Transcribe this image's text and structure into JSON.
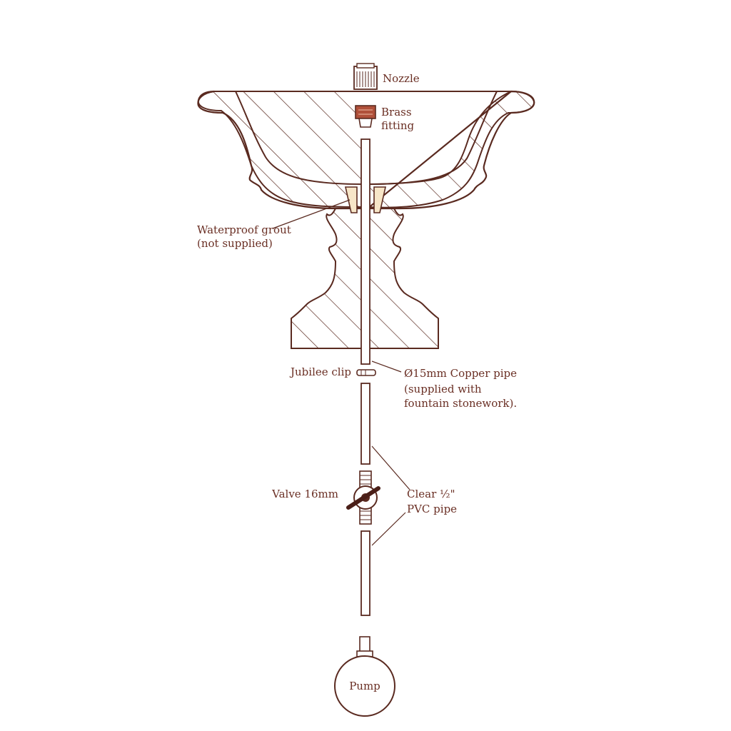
{
  "labels": {
    "nozzle": "Nozzle",
    "brass_fitting_1": "Brass",
    "brass_fitting_2": "fitting",
    "grout_1": "Waterproof grout",
    "grout_2": "(not supplied)",
    "jubilee_clip": "Jubilee clip",
    "copper_pipe_1": "Ø15mm Copper pipe",
    "copper_pipe_2": "(supplied with",
    "copper_pipe_3": "fountain stonework).",
    "valve": "Valve 16mm",
    "pvc_pipe_1": "Clear ½\"",
    "pvc_pipe_2": "PVC pipe",
    "pump": "Pump"
  },
  "colors": {
    "line": "#5a2a20",
    "text": "#6a2f24",
    "fitting": "#b0503a"
  }
}
